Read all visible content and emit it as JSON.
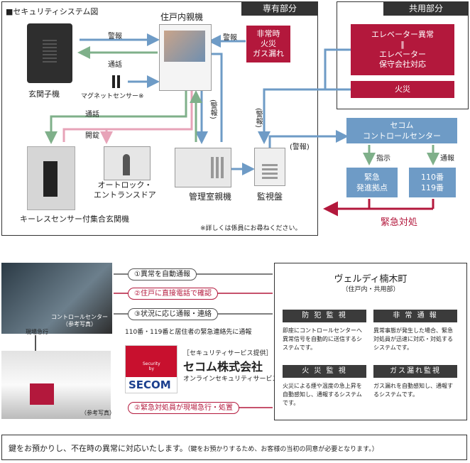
{
  "diagram": {
    "title": "■セキュリティシステム図",
    "private_header": "専有部分",
    "common_header": "共用部分",
    "devices": {
      "intercom_unit": "住戸内親機",
      "door_station": "玄関子機",
      "magnet_sensor": "マグネットセンサー※",
      "auto_lock": "オートロック・\nエントランスドア",
      "keyless_entrance": "キーレスセンサー付集合玄関機",
      "manager_unit": "管理室親機",
      "monitor_panel": "監視盤"
    },
    "flows": {
      "alarm_1": "警報",
      "alarm_2": "警報",
      "call_1": "通話",
      "call_2": "通話",
      "unlock": "開錠",
      "alarm_vertical": "(警報)",
      "alarm_vertical_2": "(警報)",
      "alarm_3": "(警報)",
      "instruction": "指示",
      "report": "通報",
      "emergency_response": "緊急対処"
    },
    "emergency_sources": "非常時\n火災\nガス漏れ",
    "common_boxes": {
      "elevator": "エレベーター異常\n‖\nエレベーター\n保守会社対応",
      "fire": "火災"
    },
    "secom_center": "セコム\nコントロールセンター",
    "emergency_base": "緊急\n発進拠点",
    "police_fire": "110番\n119番",
    "footnote": "※詳しくは係員にお尋ねください。"
  },
  "flow": {
    "step1": "①異常を自動通報",
    "step2": "②住戸に直接電話で確認",
    "step3": "③状況に応じ通報・連絡",
    "step3_note": "110番・119番と居住者の緊急連絡先に通報",
    "step4": "②緊急対処員が現場急行・処置",
    "photo1_caption": "コントロールセンター\n（参考写真）",
    "dispatch_label": "現場急行",
    "photo2_caption": "（参考写真）"
  },
  "provider": {
    "label": "［セキュリティサービス提供］",
    "company": "セコム株式会社",
    "service": "オンラインセキュリティサービス",
    "logo_top": "Security\nby",
    "logo_name": "SECOM"
  },
  "property": {
    "name": "ヴェルディ楠木町",
    "scope": "（住戸内・共用部）",
    "services": [
      {
        "title": "防 犯 監 視",
        "desc": "即座にコントロールセンターへ異常信号を自動的に送信するシステムです。"
      },
      {
        "title": "非 常 通 報",
        "desc": "異常事態が発生した場合、緊急対処員が迅速に対応・対処するシステムです。"
      },
      {
        "title": "火 災 監 視",
        "desc": "火災による煙や温度の急上昇を自動感知し、通報するシステムです。"
      },
      {
        "title": "ガス漏れ監視",
        "desc": "ガス漏れを自動感知し、通報するシステムです。"
      }
    ]
  },
  "bottom_note": "鍵をお預かりし、不在時の異常に対応いたします。",
  "bottom_note_sub": "（鍵をお預かりするため、お客様の当初の同意が必要となります。）",
  "colors": {
    "red": "#b3183c",
    "blue": "#6e9bc6",
    "green": "#7fb08a",
    "pink": "#e7a3b8",
    "dark": "#3b3b3b"
  }
}
